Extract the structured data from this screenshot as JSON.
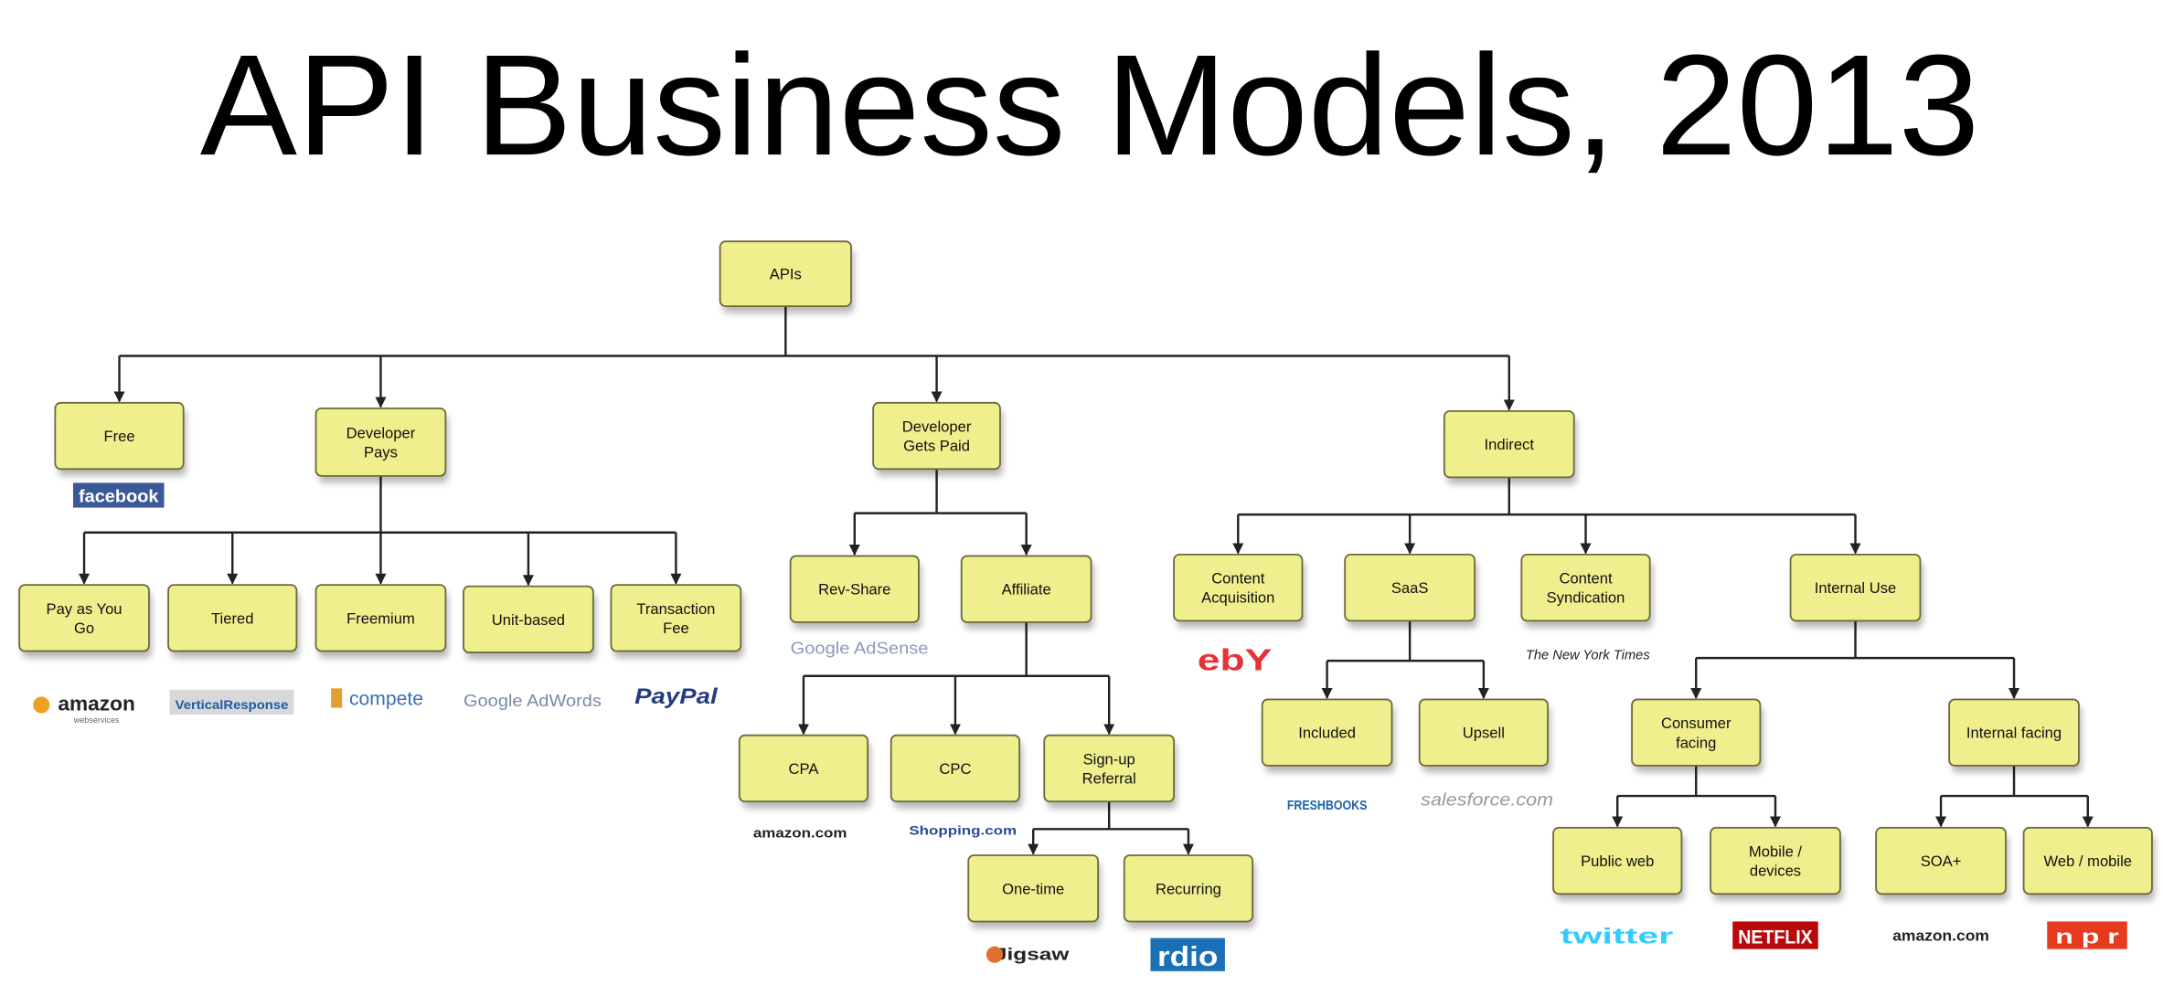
{
  "title": "API Business Models, 2013",
  "nodes": {
    "apis": "APIs",
    "free": "Free",
    "developer_pays": "Developer|Pays",
    "developer_gets_paid": "Developer|Gets Paid",
    "indirect": "Indirect",
    "pay_as_you_go": "Pay as You|Go",
    "tiered": "Tiered",
    "freemium": "Freemium",
    "unit_based": "Unit-based",
    "transaction_fee": "Transaction|Fee",
    "rev_share": "Rev-Share",
    "affiliate": "Affiliate",
    "cpa": "CPA",
    "cpc": "CPC",
    "signup_referral": "Sign-up|Referral",
    "one_time": "One-time",
    "recurring": "Recurring",
    "content_acquisition": "Content|Acquisition",
    "saas": "SaaS",
    "content_syndication": "Content|Syndication",
    "internal_use": "Internal Use",
    "included": "Included",
    "upsell": "Upsell",
    "consumer_facing": "Consumer|facing",
    "internal_facing": "Internal facing",
    "public_web": "Public web",
    "mobile_devices": "Mobile /|devices",
    "soa": "SOA+",
    "web_mobile": "Web / mobile"
  },
  "logos": {
    "facebook": "facebook",
    "amazon_webservices": "amazon",
    "amazon_webservices_sub": "webservices",
    "verticalresponse": "VerticalResponse",
    "compete": "compete",
    "google_adwords": "Google AdWords",
    "paypal": "PayPal",
    "google_adsense": "Google AdSense",
    "amazon_cpa": "amazon.com",
    "shopping": "Shopping.com",
    "jigsaw": "Jigsaw",
    "rdio": "rdio",
    "ebay": "ebY",
    "nyt": "The New York Times",
    "freshbooks": "FRESHBOOKS",
    "salesforce": "salesforce.com",
    "twitter": "twitter",
    "netflix": "NETFLIX",
    "amazon_soa": "amazon.com",
    "npr": "n p r"
  },
  "colors": {
    "box": "#f0ef8e",
    "facebook": "#3b5998",
    "paypal": "#253b80",
    "netflix": "#b9090b",
    "twitter": "#33ccff",
    "rdio": "#1a6fb5"
  }
}
